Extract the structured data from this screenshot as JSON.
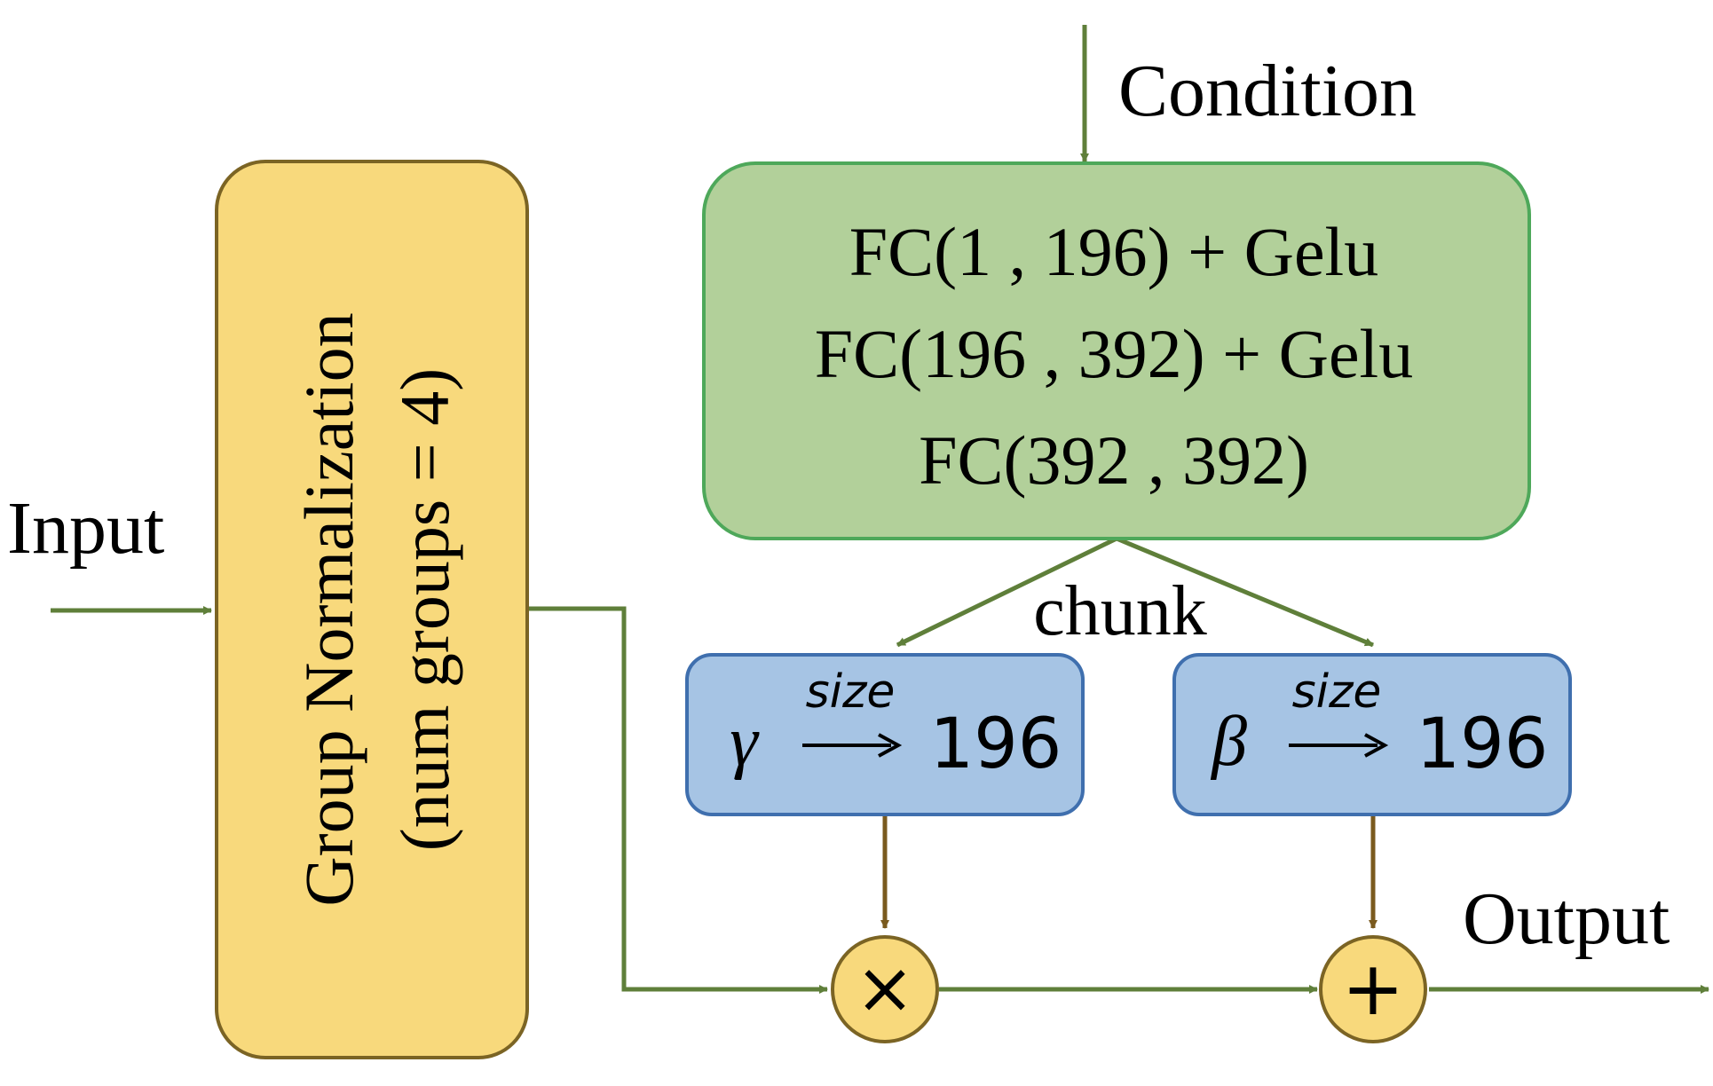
{
  "labels": {
    "input": "Input",
    "output": "Output",
    "condition": "Condition",
    "chunk": "chunk"
  },
  "group_norm": {
    "line1": "Group Normalization",
    "line2": "(num groups = 4)"
  },
  "fc_block": {
    "lines": [
      "FC(1 , 196) + Gelu",
      "FC(196 , 392) + Gelu",
      "FC(392 , 392)"
    ]
  },
  "gamma_box": {
    "symbol": "γ",
    "arrow_label": "size",
    "value": "196"
  },
  "beta_box": {
    "symbol": "β",
    "arrow_label": "size",
    "value": "196"
  },
  "operators": {
    "multiply": "×",
    "add": "+"
  },
  "colors": {
    "green_arrow": "#5f7f3a",
    "brown_arrow": "#7a5a1e",
    "yellow_fill": "#f8d97c",
    "yellow_border": "#7b6424",
    "green_fill": "#b2d09a",
    "green_border": "#4ea85a",
    "blue_fill": "#a6c4e4",
    "blue_border": "#3f6fae"
  }
}
